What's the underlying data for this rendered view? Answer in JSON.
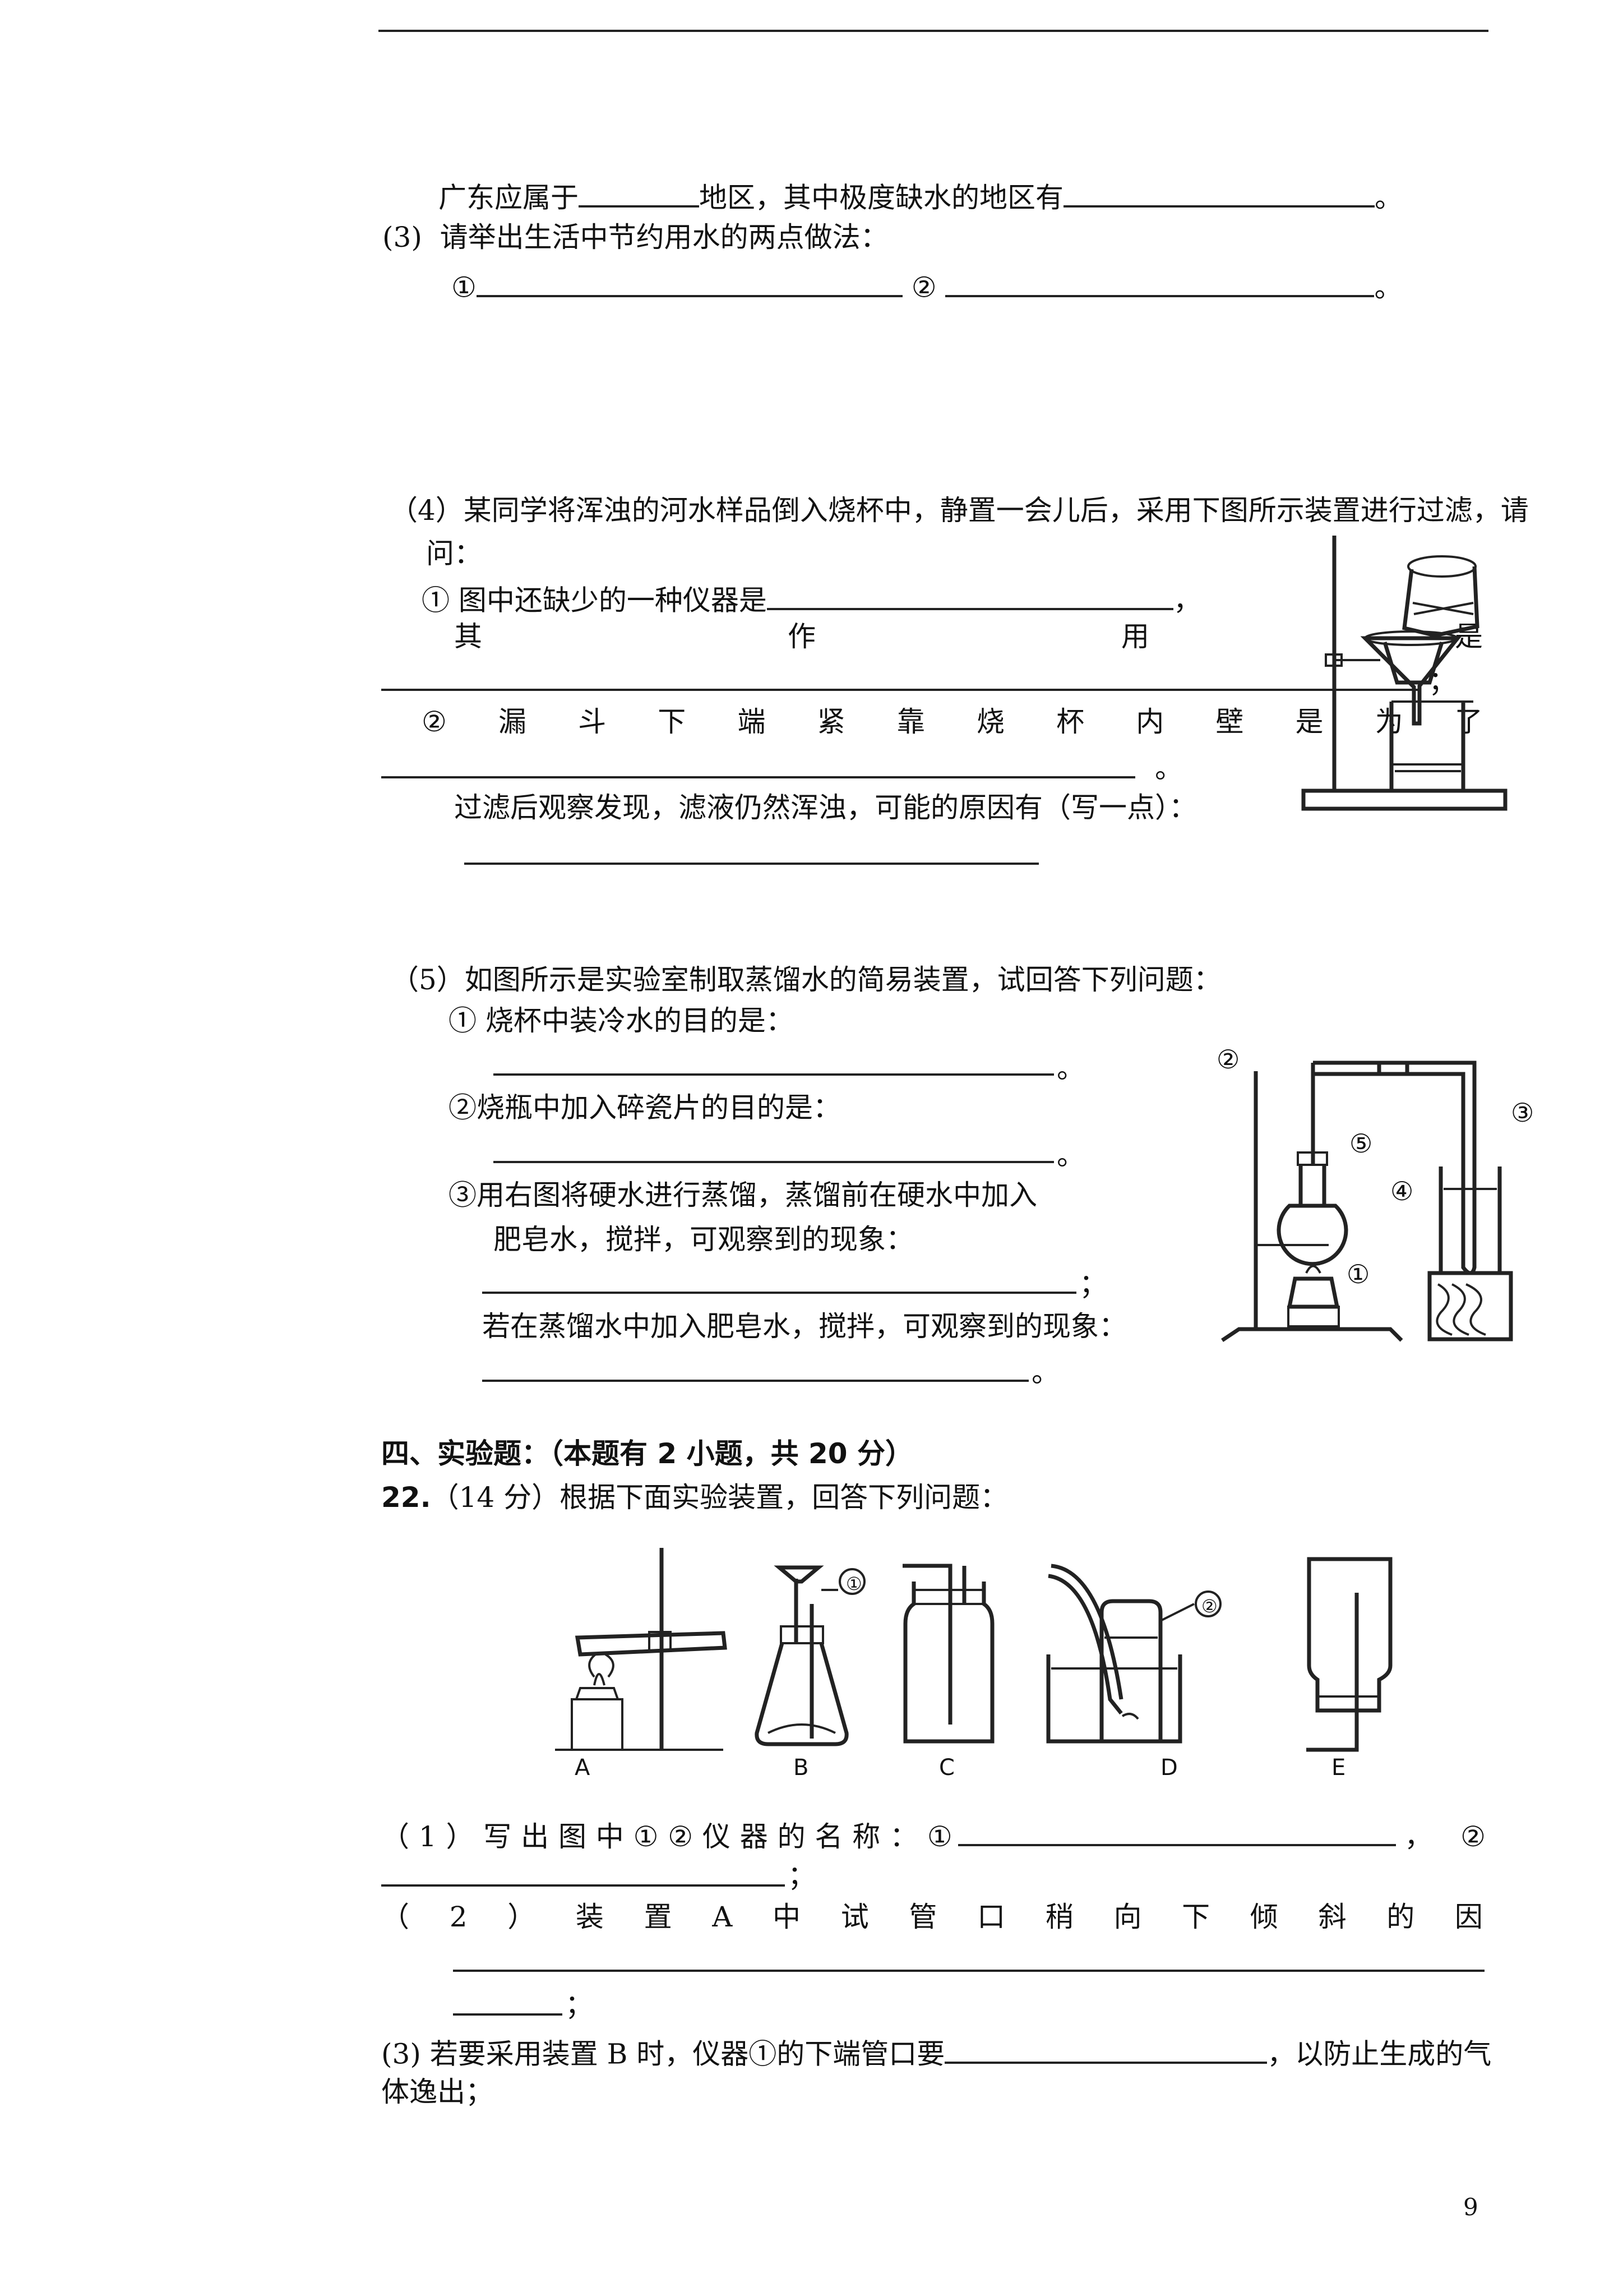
{
  "q21": {
    "p2_line": {
      "a": "广东应属于",
      "b": "地区，其中极度缺水的地区有",
      "c": "。"
    },
    "p3": {
      "label": "(3)",
      "text": "请举出生活中节约用水的两点做法：",
      "m1": "①",
      "m2": "②",
      "end": "。"
    },
    "p4": {
      "intro_l1": "（4）某同学将浑浊的河水样品倒入烧杯中，静置一会儿后，采用下图所示装置进行过滤，请",
      "intro_l2": "问：",
      "q1": "① 图中还缺少的一种仪器是",
      "q1_end": "，",
      "q1_chars": [
        "其",
        "作",
        "用",
        "是"
      ],
      "q1_end2": "；",
      "q2_chars": [
        "②",
        "漏",
        "斗",
        "下",
        "端",
        "紧",
        "靠",
        "烧",
        "杯",
        "内",
        "壁",
        "是",
        "为",
        "了"
      ],
      "q2_end": "。",
      "q3": "过滤后观察发现，滤液仍然浑浊，可能的原因有（写一点）："
    },
    "p5": {
      "intro": "（5）如图所示是实验室制取蒸馏水的简易装置，试回答下列问题：",
      "q1": "① 烧杯中装冷水的目的是：",
      "q2": "②烧瓶中加入碎瓷片的目的是：",
      "q3a": "③用右图将硬水进行蒸馏，蒸馏前在硬水中加入",
      "q3b": "肥皂水，搅拌，可观察到的现象：",
      "q4": "若在蒸馏水中加入肥皂水，搅拌，可观察到的现象：",
      "end": "。",
      "end_semi": "；",
      "labels": [
        "①",
        "②",
        "③",
        "④",
        "⑤"
      ]
    }
  },
  "section4": {
    "title": "四、实验题：",
    "note": "（本题有 2 小题，共 20 分）"
  },
  "q22": {
    "number": "22.",
    "intro": "（14 分）根据下面实验装置，回答下列问题：",
    "apparatus_labels": [
      "A",
      "B",
      "C",
      "D",
      "E"
    ],
    "callouts": [
      "①",
      "②"
    ],
    "s1_chars": [
      "（",
      "1",
      "）",
      "写",
      "出",
      "图",
      "中",
      "①",
      "②",
      "仪",
      "器",
      "的",
      "名",
      "称",
      "：",
      "①"
    ],
    "s1_mid": "，",
    "s1_m2": "②",
    "s1_end": "；",
    "s2_chars": [
      "（",
      "2",
      "）",
      "装",
      "置",
      "A",
      "中",
      "试",
      "管",
      "口",
      "稍",
      "向",
      "下",
      "倾",
      "斜",
      "的",
      "因"
    ],
    "s2_end": "；",
    "s3_a": "(3) 若要采用装置 B 时，仪器①的下端管口要",
    "s3_b": "，以防止生成的气",
    "s3_c": "体逸出；"
  },
  "page_number": "9"
}
